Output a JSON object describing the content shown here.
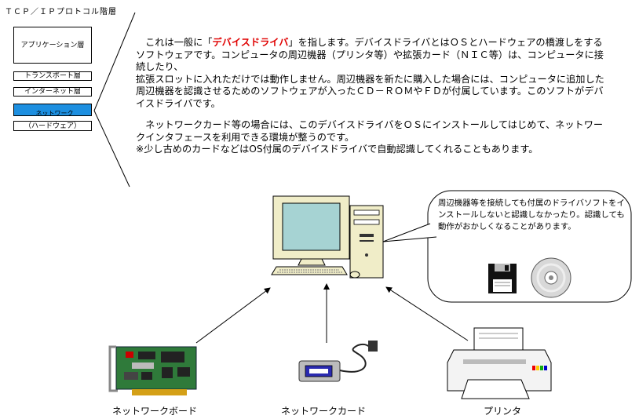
{
  "layer_stack": {
    "title": "ＴＣＰ／ＩＰプロトコル階層",
    "layers": [
      {
        "label": "アプリケーション層"
      },
      {
        "label": "トランスポート層"
      },
      {
        "label": "インターネット層"
      },
      {
        "label": "ネットワーク\nインタフェース層"
      },
      {
        "label": "（ハードウェア）"
      }
    ]
  },
  "description": {
    "p1_before": "　これは一般に「",
    "p1_highlight": "デバイスドライバ",
    "p1_after": "」を指します。デバイスドライバとはＯＳとハードウェアの橋渡しをするソフトウェアです。コンピュータの周辺機器（プリンタ等）や拡張カード（ＮＩＣ等）は、コンピュータに接続したり、\n拡張スロットに入れただけでは動作しません。周辺機器を新たに購入した場合には、コンピュータに追加した周辺機器を認識させるためのソフトウェアが入ったＣＤ－ＲＯＭやＦＤが付属しています。このソフトがデバイスドライバです。",
    "p2": "　ネットワークカード等の場合には、このデバイスドライバをＯＳにインストールしてはじめて、ネットワークインタフェースを利用できる環境が整うのです。",
    "p3": "※少し古めのカードなどはOS付属のデバイスドライバで自動認識してくれることもあります。"
  },
  "callout": {
    "text": "周辺機器等を接続しても付属のドライバソフトをインストールしないと認識しなかったり。認識しても動作がおかしくなることがあります。"
  },
  "devices": [
    {
      "label": "ネットワークボード"
    },
    {
      "label": "ネットワークカード"
    },
    {
      "label": "プリンタ"
    }
  ]
}
